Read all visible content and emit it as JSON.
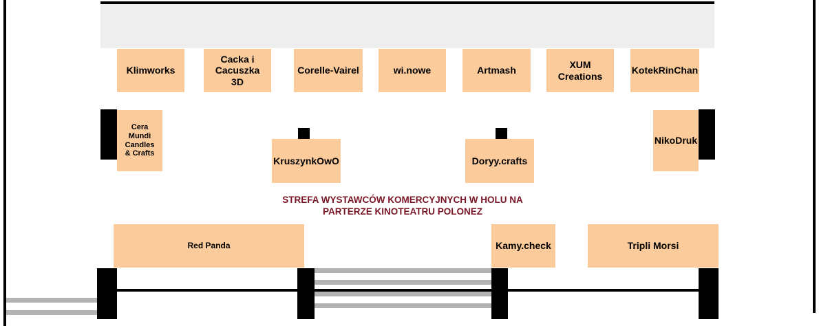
{
  "plan": {
    "zone_label": "STREFA WYSTAWCÓW KOMERCYJNYCH W HOLU NA\nPARTERZE KINOTEATRU POLONEZ",
    "colors": {
      "booth": "#fbcb9b",
      "zone_label": "#7a1526",
      "stage": "#eeeeee",
      "wall": "#000000",
      "stairs": "#b3b3b3"
    }
  },
  "booths": {
    "top": [
      "Klimworks",
      "Cacka i Cacuszka 3D",
      "Corelle-Vairel",
      "wi.nowe",
      "Artmash",
      "XUM Creations",
      "KotekRinChan"
    ],
    "left": "Cera Mundi Candles & Crafts",
    "center_left": "KruszynkOwO",
    "center_right": "Doryy.crafts",
    "right": "NikoDruk",
    "bottom": [
      "Red Panda",
      "Kamy.check",
      "Tripli Morsi"
    ]
  }
}
